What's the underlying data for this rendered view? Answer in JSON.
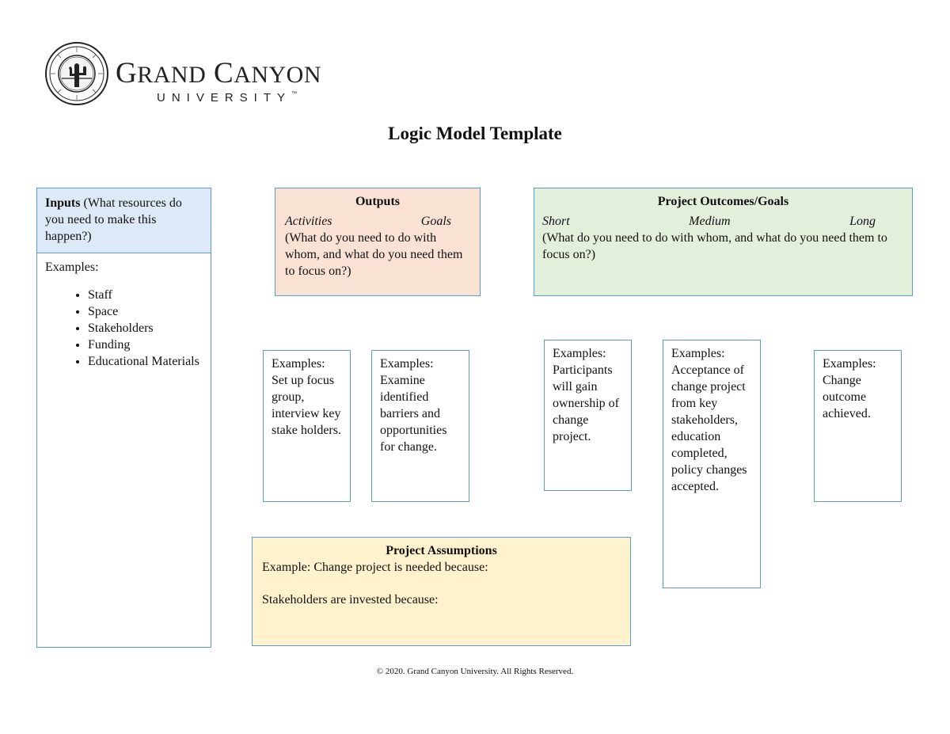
{
  "logo": {
    "wordmark_g": "G",
    "wordmark_rand": "RAND",
    "wordmark_c": "C",
    "wordmark_anyon": "ANYON",
    "sub": "UNIVERSITY",
    "tm": "™",
    "seal_icon": "gcu-seal-cactus"
  },
  "title": "Logic Model Template",
  "inputs": {
    "heading_bold": "Inputs",
    "heading_rest": " (What resources do you need to make this happen?)",
    "examples_label": "Examples:",
    "items": [
      "Staff",
      "Space",
      "Stakeholders",
      "Funding",
      "Educational Materials"
    ]
  },
  "outputs": {
    "heading": "Outputs",
    "label_left": "Activities",
    "label_right": "Goals",
    "description": "(What do you need to do with whom, and what do you need them to focus on?)"
  },
  "outcomes": {
    "heading": "Project Outcomes/Goals",
    "label_short": "Short",
    "label_medium": "Medium",
    "label_long": "Long",
    "description": "(What do you need to do with whom, and what do you need them to focus on?)"
  },
  "cards": {
    "activities": "Examples: Set up focus group, interview key stake holders.",
    "goals": "Examples: Examine identified barriers and opportunities for change.",
    "short": "Examples: Participants will gain ownership of change project.",
    "medium": "Examples: Acceptance of change project from key stakeholders, education completed, policy changes accepted.",
    "long": "Examples: Change outcome achieved."
  },
  "assumptions": {
    "heading": "Project Assumptions",
    "line1": "Example: Change project is needed because:",
    "line2": "Stakeholders are invested because:"
  },
  "footer": "© 2020. Grand Canyon University. All Rights Reserved.",
  "colors": {
    "border": "#5b9bd5",
    "inputs_fill": "#dde9f6",
    "outputs_fill": "#f9e1d4",
    "outcomes_fill": "#e2efda",
    "assumptions_fill": "#fff2cc"
  }
}
